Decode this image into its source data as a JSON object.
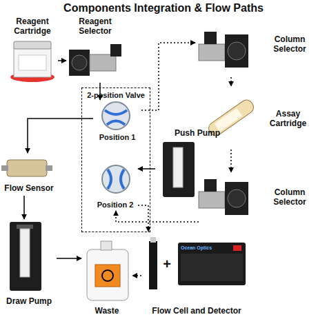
{
  "diagram": {
    "title": "Components Integration & Flow Paths",
    "nodes": [
      {
        "text": [
          "Reagent Cartridge"
        ]
      },
      {
        "text": [
          "Reagent Selector"
        ]
      },
      {
        "text": [
          "Column Selector"
        ]
      },
      {
        "text": [
          "2-position Valve"
        ]
      },
      {
        "text": [
          "Position 1"
        ],
        "in": 3
      },
      {
        "text": [
          "Position 2"
        ],
        "in": 3
      },
      {
        "text": [
          "Assay Cartridge"
        ]
      },
      {
        "text": [
          "Flow Sensor"
        ]
      },
      {
        "text": [
          "Push Pump"
        ]
      },
      {
        "text": [
          "Column Selector"
        ]
      },
      {
        "text": [
          "Draw Pump"
        ]
      },
      {
        "text": [
          "Waste"
        ]
      },
      {
        "text": [
          "Flow Cell and Detector"
        ]
      }
    ],
    "edges": [
      {
        "from": 0,
        "to": 1,
        "arrow": "to"
      },
      {
        "from": 1,
        "to": 4,
        "arrow": "to"
      },
      {
        "from": 4,
        "to": 2,
        "arrow": "to"
      },
      {
        "from": 2,
        "to": 6,
        "arrow": "to"
      },
      {
        "from": 6,
        "to": 9,
        "arrow": "to"
      },
      {
        "from": 9,
        "to": 5,
        "arrow": "to"
      },
      {
        "from": 8,
        "to": 5,
        "arrow": "to"
      },
      {
        "from": 4,
        "to": 7,
        "arrow": "to"
      },
      {
        "from": 7,
        "to": 10,
        "arrow": "to"
      },
      {
        "from": 10,
        "to": 11,
        "arrow": "to"
      },
      {
        "from": 5,
        "to": 12,
        "arrow": "to"
      },
      {
        "from": 12,
        "to": 11,
        "arrow": "to"
      }
    ],
    "labels": [
      "+",
      "Ocean Optics"
    ]
  }
}
